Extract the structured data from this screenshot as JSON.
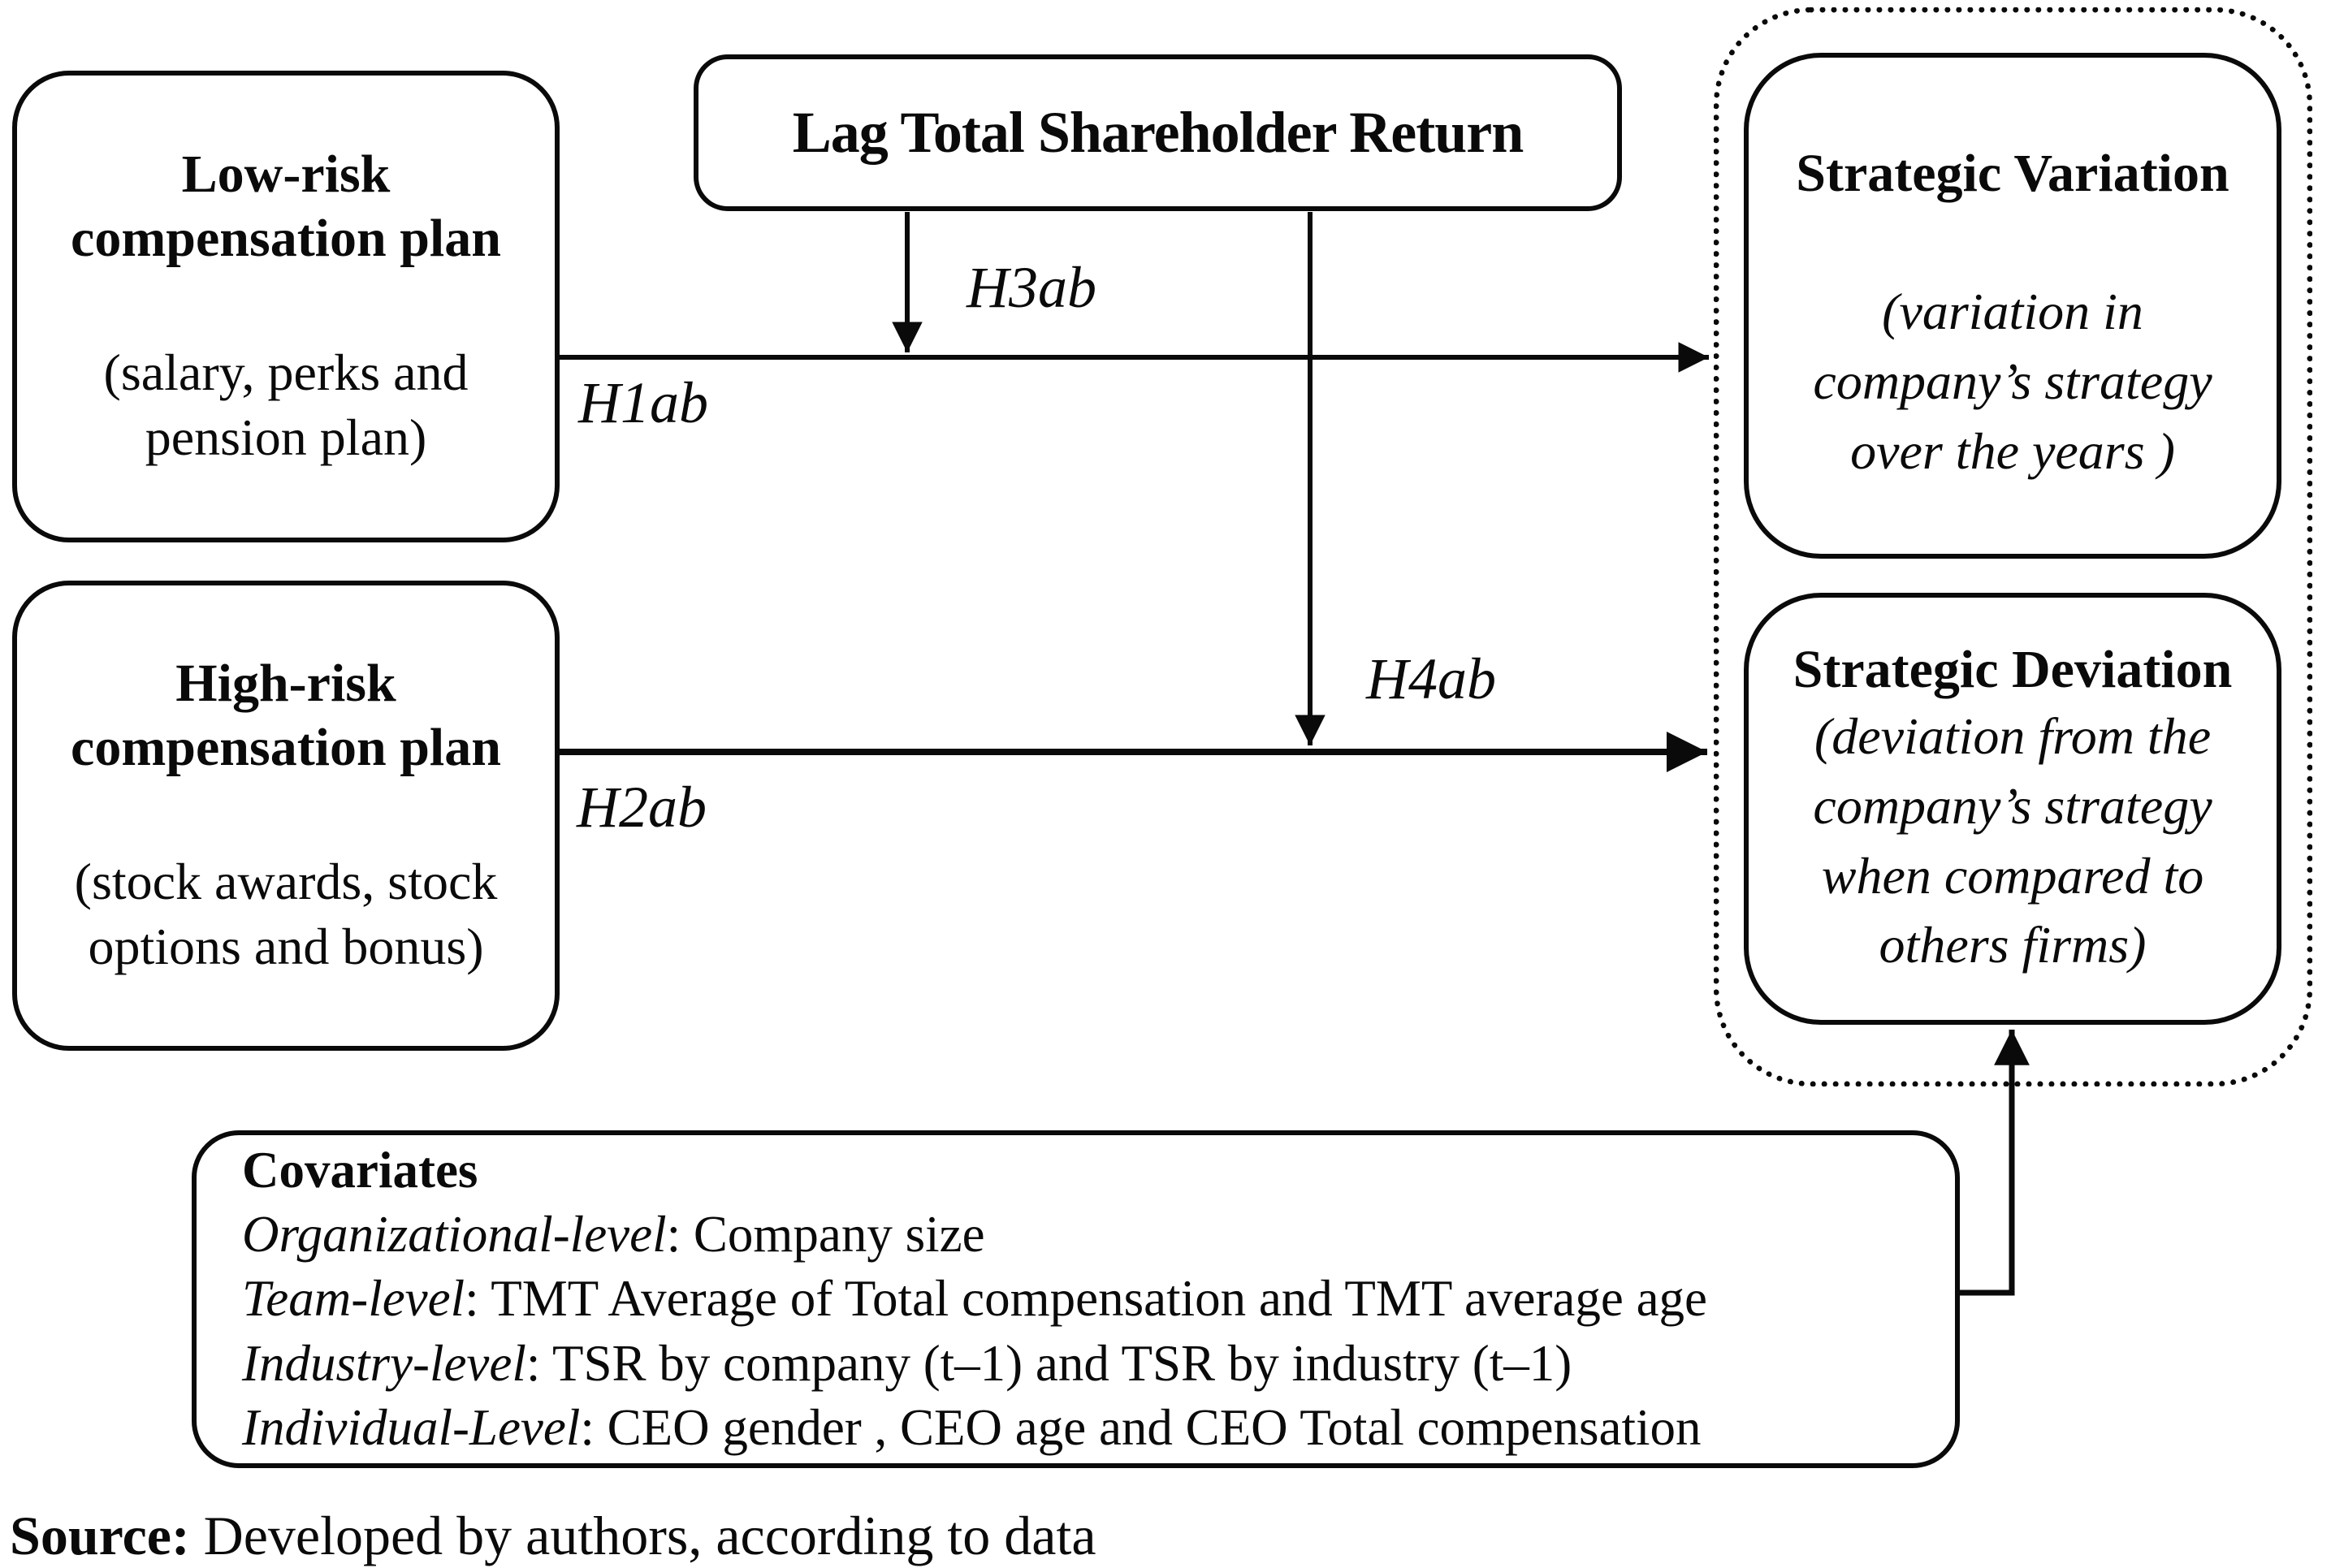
{
  "figure": {
    "boxes": {
      "low_risk": {
        "title": "Low-risk\ncompensation plan",
        "subtitle": "(salary, perks and\npension plan)"
      },
      "lag_tsr": {
        "title": "Lag Total Shareholder Return"
      },
      "high_risk": {
        "title": "High-risk\ncompensation plan",
        "subtitle": "(stock awards, stock\noptions and bonus)"
      },
      "strategic_variation": {
        "title": "Strategic Variation",
        "subtitle": "(variation in\ncompany’s strategy\nover the years )"
      },
      "strategic_deviation": {
        "title": "Strategic Deviation",
        "subtitle": "(deviation from the\ncompany’s strategy\nwhen compared to\nothers firms)"
      },
      "covariates": {
        "heading": "Covariates",
        "rows": [
          {
            "label": "Organizational-level",
            "text": ": Company size"
          },
          {
            "label": "Team-level",
            "text": ": TMT Average of Total compensation and TMT average age"
          },
          {
            "label": "Industry-level",
            "text": ": TSR by company (t–1) and TSR by industry (t–1)"
          },
          {
            "label": "Individual-Level",
            "text": ": CEO gender , CEO age and CEO Total compensation"
          }
        ]
      }
    },
    "hypotheses": {
      "h1": "H1ab",
      "h2": "H2ab",
      "h3": "H3ab",
      "h4": "H4ab"
    },
    "source": {
      "label": "Source:",
      "text": " Developed by authors, according to data"
    },
    "colors": {
      "ink": "#0a0a0a",
      "background": "#ffffff"
    }
  }
}
